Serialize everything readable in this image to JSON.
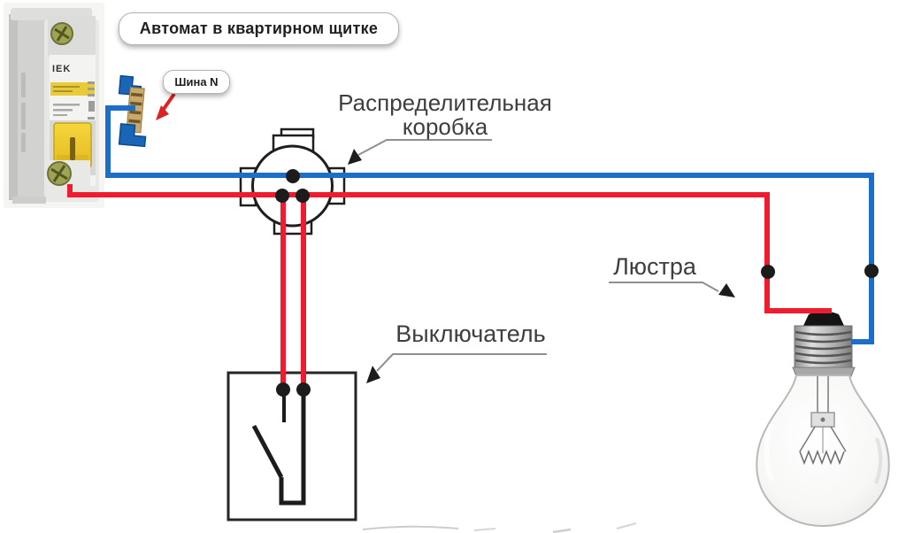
{
  "diagram": {
    "callouts": {
      "breaker": "Автомат в квартирном щитке",
      "neutral_bus": "Шина N"
    },
    "labels": {
      "junction_box_line1": "Распределительная",
      "junction_box_line2": "коробка",
      "switch": "Выключатель",
      "chandelier": "Люстра"
    },
    "breaker": {
      "brand": "IEK"
    },
    "colors": {
      "phase_wire": "#ee1c2e",
      "neutral_wire": "#1c6ec6",
      "callout_arrow": "#dd2222",
      "leader_line": "#8f8f8f",
      "symbol_black": "#1c1c1c"
    }
  }
}
